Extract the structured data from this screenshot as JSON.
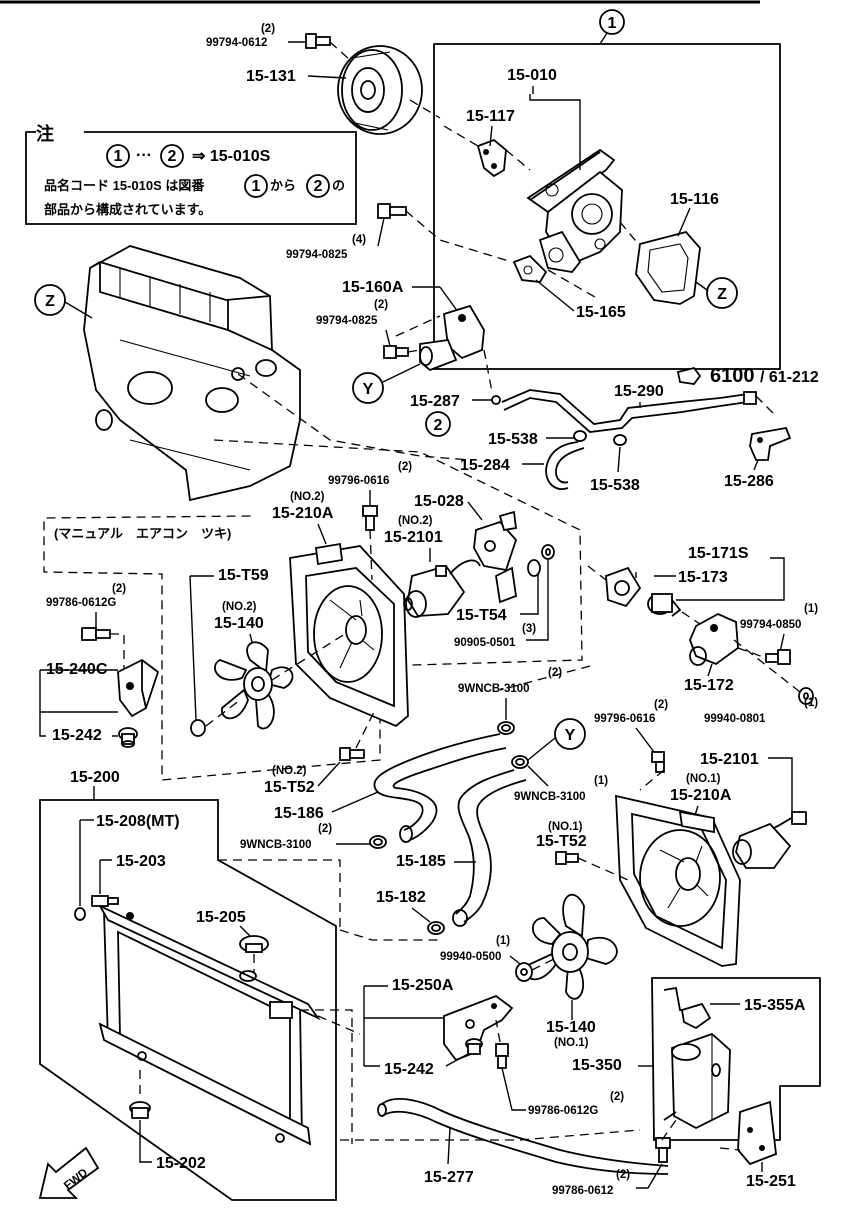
{
  "callouts": {
    "c1": "1",
    "c2": "2",
    "z": "Z",
    "y": "Y"
  },
  "note": {
    "title": "注",
    "line1_arrow": "⇒ 15-010S",
    "line2": "品名コード 15-010S は図番",
    "line2_mid": "から",
    "line2_end": "の",
    "line3": "部品から構成されています。"
  },
  "manual_ac": "(マニュアル　エアコン　ツキ)",
  "fwd": "FWD",
  "parts": {
    "p99794_0612_top_qty": "(2)",
    "p99794_0612_top": "99794-0612",
    "p15_131": "15-131",
    "p15_010": "15-010",
    "p15_117": "15-117",
    "p15_116": "15-116",
    "p99794_0825_a_qty": "(4)",
    "p99794_0825_a": "99794-0825",
    "p15_160A": "15-160A",
    "p99794_0825_b_qty": "(2)",
    "p99794_0825_b": "99794-0825",
    "p15_165": "15-165",
    "p6100": "6100",
    "p61_212": "/ 61-212",
    "p15_287": "15-287",
    "p15_290": "15-290",
    "p15_538_a": "15-538",
    "p15_284": "15-284",
    "p15_538_b": "15-538",
    "p15_286": "15-286",
    "p99796_0616_a_qty": "(2)",
    "p99796_0616_a": "99796-0616",
    "p15_028": "15-028",
    "no2_a": "(NO.2)",
    "p15_210A_a": "15-210A",
    "no2_b": "(NO.2)",
    "p15_2101_a": "15-2101",
    "p15_171S": "15-171S",
    "p15_173": "15-173",
    "p15_T59": "15-T59",
    "p99786_0612G_a_qty": "(2)",
    "p99786_0612G_a": "99786-0612G",
    "no2_c": "(NO.2)",
    "p15_140_a": "15-140",
    "p15_T54": "15-T54",
    "p90905_0501_qty": "(3)",
    "p90905_0501": "90905-0501",
    "p99794_0850_qty": "(1)",
    "p99794_0850": "99794-0850",
    "p15_240C": "15-240C",
    "p9WNCB_3100_a_qty": "(2)",
    "p9WNCB_3100_a": "9WNCB-3100",
    "p15_172": "15-172",
    "p99940_0801_qty": "(1)",
    "p99940_0801": "99940-0801",
    "p15_242_a": "15-242",
    "p99796_0616_b_qty": "(2)",
    "p99796_0616_b": "99796-0616",
    "p15_2101_b": "15-2101",
    "p15_200": "15-200",
    "no2_d": "(NO.2)",
    "p15_T52_a": "15-T52",
    "no1_a": "(NO.1)",
    "p15_210A_b": "15-210A",
    "p9WNCB_3100_b_qty": "(1)",
    "p9WNCB_3100_b": "9WNCB-3100",
    "p15_186": "15-186",
    "p15_208": "15-208(MT)",
    "no1_b": "(NO.1)",
    "p15_T52_b": "15-T52",
    "p9WNCB_3100_c_qty": "(2)",
    "p9WNCB_3100_c": "9WNCB-3100",
    "p15_203": "15-203",
    "p15_185": "15-185",
    "p15_182": "15-182",
    "p15_205": "15-205",
    "p99940_0500_qty": "(1)",
    "p99940_0500": "99940-0500",
    "p15_250A": "15-250A",
    "p15_355A": "15-355A",
    "p15_140_b": "15-140",
    "no1_c": "(NO.1)",
    "p15_350": "15-350",
    "p15_242_b": "15-242",
    "p99786_0612G_b_qty": "(2)",
    "p99786_0612G_b": "99786-0612G",
    "p15_202": "15-202",
    "p15_277": "15-277",
    "p99786_0612_qty": "(2)",
    "p99786_0612": "99786-0612",
    "p15_251": "15-251"
  }
}
